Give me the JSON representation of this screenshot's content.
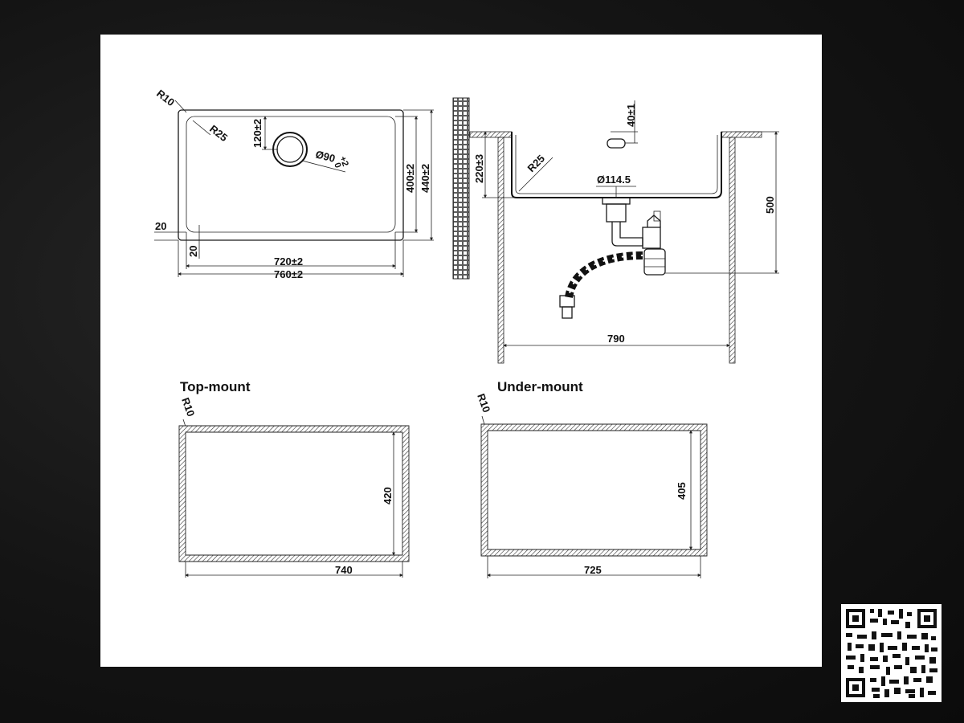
{
  "top_view": {
    "r10": "R10",
    "r25": "R25",
    "dim_120": "120±2",
    "drain_dia": "Ø90",
    "drain_tol_plus": "+2",
    "drain_tol_zero": "0",
    "dim_400": "400±2",
    "dim_440": "440±2",
    "dim_20_left": "20",
    "dim_20_inner": "20",
    "dim_720": "720±2",
    "dim_760": "760±2"
  },
  "side_view": {
    "dim_40": "40±1",
    "dim_220": "220±3",
    "r25": "R25",
    "outlet_dia": "Ø114.5",
    "dim_500": "500",
    "dim_790": "790"
  },
  "cutouts": {
    "top_mount": {
      "title": "Top-mount",
      "radius": "R10",
      "height": "420",
      "width": "740"
    },
    "under_mount": {
      "title": "Under-mount",
      "radius": "R10",
      "height": "405",
      "width": "725"
    }
  }
}
